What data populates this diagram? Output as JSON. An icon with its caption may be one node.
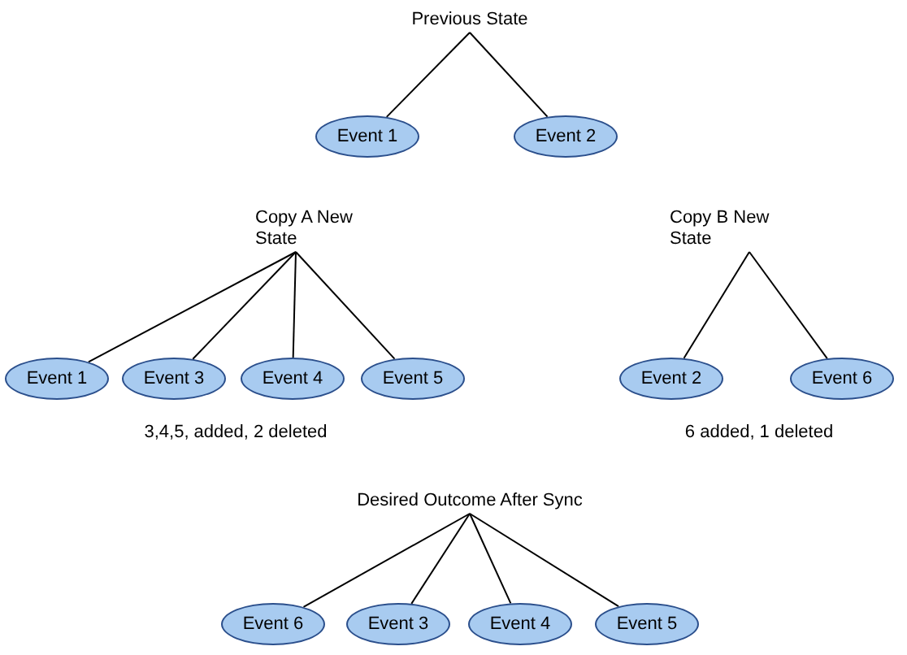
{
  "diagram": {
    "nodes": [
      {
        "text": [
          "Previous State"
        ]
      },
      {
        "text": [
          "Event 1"
        ]
      },
      {
        "text": [
          "Event 2"
        ]
      },
      {
        "text": [
          "Copy A New State"
        ]
      },
      {
        "text": [
          "Event 1"
        ]
      },
      {
        "text": [
          "Event 3"
        ]
      },
      {
        "text": [
          "Event 4"
        ]
      },
      {
        "text": [
          "Event 5"
        ]
      },
      {
        "text": [
          "Copy B New State"
        ]
      },
      {
        "text": [
          "Event 2"
        ]
      },
      {
        "text": [
          "Event 6"
        ]
      },
      {
        "text": [
          "Desired Outcome After Sync"
        ]
      },
      {
        "text": [
          "Event 6"
        ]
      },
      {
        "text": [
          "Event 3"
        ]
      },
      {
        "text": [
          "Event 4"
        ]
      },
      {
        "text": [
          "Event 5"
        ]
      }
    ],
    "edges": [
      {
        "from": 0,
        "to": 1,
        "arrow": "none"
      },
      {
        "from": 0,
        "to": 2,
        "arrow": "none"
      },
      {
        "from": 3,
        "to": 4,
        "arrow": "none"
      },
      {
        "from": 3,
        "to": 5,
        "arrow": "none"
      },
      {
        "from": 3,
        "to": 6,
        "arrow": "none"
      },
      {
        "from": 3,
        "to": 7,
        "arrow": "none"
      },
      {
        "from": 8,
        "to": 9,
        "arrow": "none"
      },
      {
        "from": 8,
        "to": 10,
        "arrow": "none"
      },
      {
        "from": 11,
        "to": 12,
        "arrow": "none"
      },
      {
        "from": 11,
        "to": 13,
        "arrow": "none"
      },
      {
        "from": 11,
        "to": 14,
        "arrow": "none"
      },
      {
        "from": 11,
        "to": 15,
        "arrow": "none"
      }
    ],
    "labels": [
      "3,4,5, added, 2 deleted",
      "6 added, 1 deleted"
    ]
  }
}
